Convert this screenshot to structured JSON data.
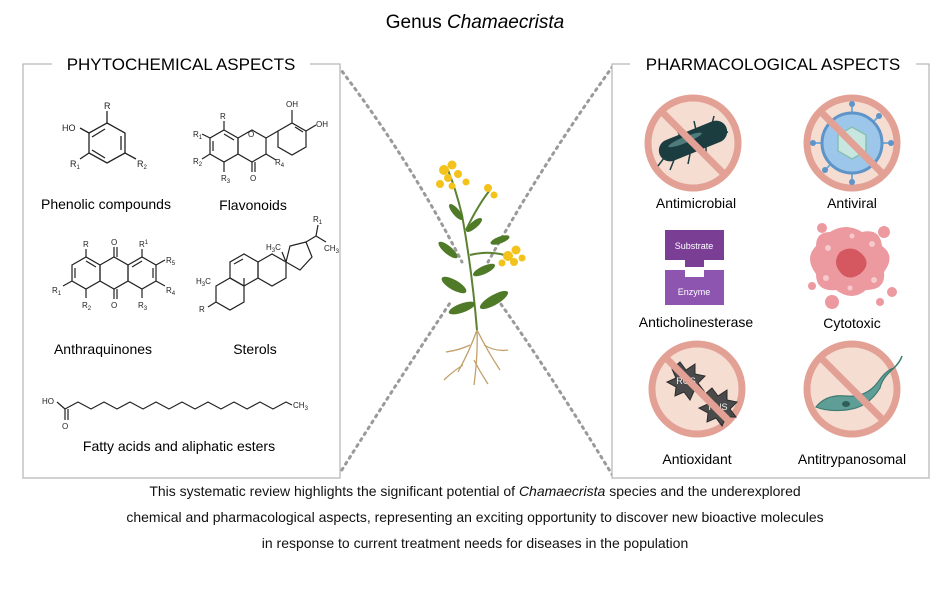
{
  "title": {
    "prefix": "Genus",
    "genus": "Chamaecrista"
  },
  "left_panel": {
    "header": "PHYTOCHEMICAL ASPECTS",
    "items": [
      {
        "label": "Phenolic compounds",
        "structure": "phenol-icon",
        "groups": {
          "r": "R",
          "oh": "HO",
          "r1": "R",
          "r1_sub": "1",
          "r2": "R",
          "r2_sub": "2"
        }
      },
      {
        "label": "Flavonoids",
        "structure": "flavonoid-icon",
        "groups": {
          "oh_a": "OH",
          "oh_b": "OH",
          "r1": "R",
          "r1_sub": "1",
          "r2": "R",
          "r2_sub": "2",
          "r3": "R",
          "r3_sub": "3",
          "r4": "R",
          "r4_sub": "4",
          "o_ring": "O",
          "o_keto": "O"
        }
      },
      {
        "label": "Anthraquinones",
        "structure": "anthraquinone-icon",
        "groups": {
          "r_a": "R",
          "r_b": "R",
          "r_b_sup": "1",
          "r1": "R",
          "r1_sub": "1",
          "r2": "R",
          "r2_sub": "2",
          "r3": "R",
          "r3_sub": "3",
          "r4": "R",
          "r4_sub": "4",
          "r5": "R",
          "r5_sub": "5",
          "o_top": "O",
          "o_bottom": "O"
        }
      },
      {
        "label": "Sterols",
        "structure": "sterol-icon",
        "groups": {
          "h3c_a": "H",
          "h3c_a_sub": "3",
          "h3c_a_c": "C",
          "h3c_b": "H",
          "h3c_b_sub": "3",
          "h3c_b_c": "C",
          "r1": "R",
          "r1_sub": "1",
          "r": "R",
          "ch3": "CH",
          "ch3_sub": "3"
        }
      },
      {
        "label": "Fatty acids and aliphatic esters",
        "structure": "fatty-acid-icon",
        "groups": {
          "ho": "HO",
          "o": "O",
          "ch3": "CH",
          "ch3_sub": "3"
        }
      }
    ]
  },
  "right_panel": {
    "header": "PHARMACOLOGICAL ASPECTS",
    "items": [
      {
        "label": "Antimicrobial",
        "icon": "bacteria-prohibited-icon"
      },
      {
        "label": "Antiviral",
        "icon": "virus-prohibited-icon"
      },
      {
        "label": "Anticholinesterase",
        "icon": "enzyme-substrate-icon",
        "substrate": "Substrate",
        "enzyme": "Enzyme"
      },
      {
        "label": "Cytotoxic",
        "icon": "cancer-cell-icon"
      },
      {
        "label": "Antioxidant",
        "icon": "ros-rns-prohibited-icon",
        "ros": "ROS",
        "rns": "RNS"
      },
      {
        "label": "Antitrypanosomal",
        "icon": "trypanosome-prohibited-icon"
      }
    ]
  },
  "center": {
    "icon": "chamaecrista-plant-icon"
  },
  "caption": {
    "part1": "This systematic review highlights the significant potential of ",
    "italic": "Chamaecrista",
    "part2": " species and the underexplored",
    "line2": "chemical and pharmacological aspects, representing an exciting opportunity to discover new bioactive molecules",
    "line3": "in response to current treatment needs for diseases in the population"
  },
  "colors": {
    "prohibit_ring": "#e3a196",
    "prohibit_fill": "#f5ddd2",
    "substrate": "#7a3f95",
    "enzyme": "#8e55b0",
    "cell": "#ec9aa0",
    "cell_core": "#d5575f",
    "bacteria": "#1c3d40",
    "virus": "#76aeda",
    "trypanosome": "#5f9e96",
    "box_border": "#b5b5b5",
    "dotted": "#9a9a9a",
    "flower": "#f3c21b",
    "leaf": "#4f7a27",
    "root": "#c2a06b"
  }
}
